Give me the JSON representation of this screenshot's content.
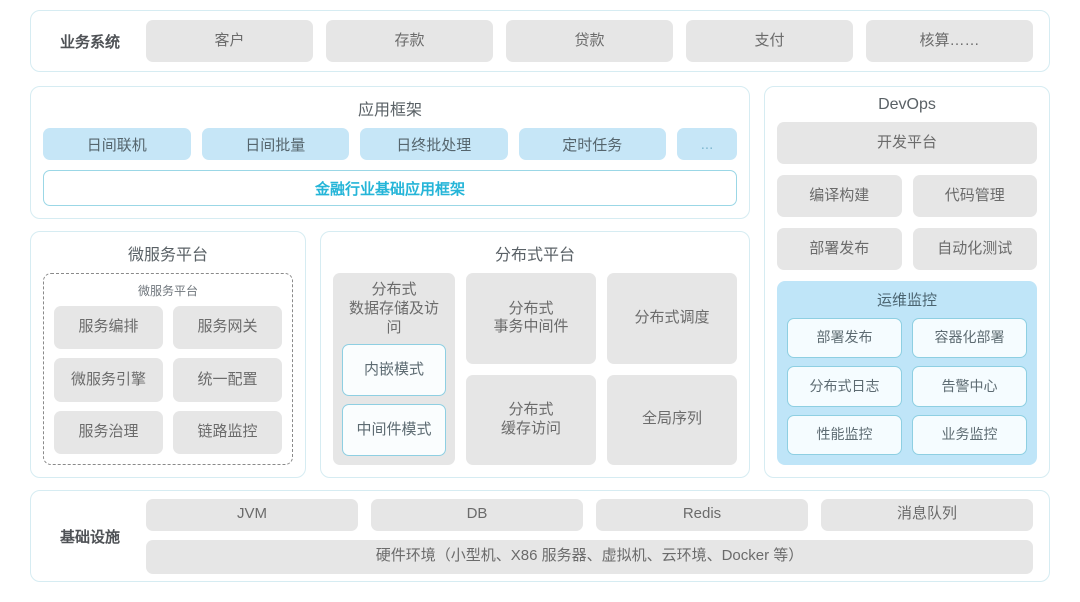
{
  "business_systems": {
    "label": "业务系统",
    "items": [
      "客户",
      "存款",
      "贷款",
      "支付",
      "核算……"
    ]
  },
  "app_framework": {
    "title": "应用框架",
    "items": [
      "日间联机",
      "日间批量",
      "日终批处理",
      "定时任务"
    ],
    "more": "...",
    "band": "金融行业基础应用框架"
  },
  "microservice_platform": {
    "title": "微服务平台",
    "inner_title": "微服务平台",
    "items": [
      "服务编排",
      "服务网关",
      "微服务引擎",
      "统一配置",
      "服务治理",
      "链路监控"
    ]
  },
  "distributed_platform": {
    "title": "分布式平台",
    "storage_card": {
      "title": "分布式\n数据存储及访问",
      "modes": [
        "内嵌模式",
        "中间件模式"
      ]
    },
    "items": [
      "分布式\n事务中间件",
      "分布式调度",
      "分布式\n缓存访问",
      "全局序列"
    ]
  },
  "devops": {
    "title": "DevOps",
    "platform": "开发平台",
    "items": [
      "编译构建",
      "代码管理",
      "部署发布",
      "自动化测试"
    ],
    "ops_monitor": {
      "title": "运维监控",
      "items": [
        "部署发布",
        "容器化部署",
        "分布式日志",
        "告警中心",
        "性能监控",
        "业务监控"
      ]
    }
  },
  "infrastructure": {
    "label": "基础设施",
    "items": [
      "JVM",
      "DB",
      "Redis",
      "消息队列"
    ],
    "hardware": "硬件环境（小型机、X86 服务器、虚拟机、云环境、Docker 等）"
  },
  "colors": {
    "panel_border": "#d6ecf2",
    "tile_gray": "#e6e6e6",
    "tile_blue": "#c6e6f7",
    "accent_cyan": "#25b5d8",
    "ops_bg": "#bfe5f8"
  }
}
